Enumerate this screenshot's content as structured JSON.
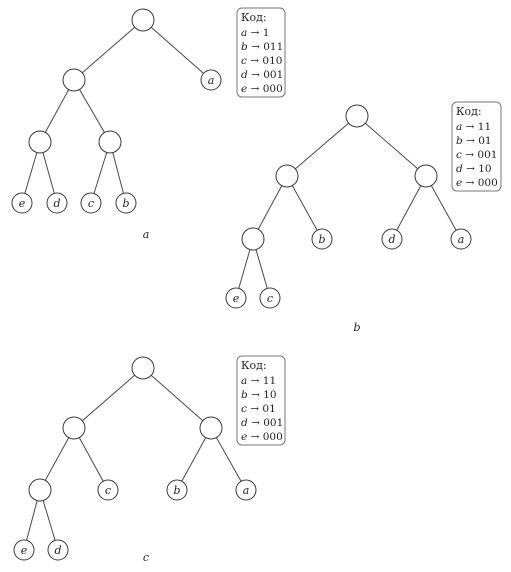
{
  "diagrams": [
    {
      "caption": "a",
      "legend_title": "Код:",
      "codes": [
        {
          "symbol": "a",
          "arrow": "→",
          "code": "1"
        },
        {
          "symbol": "b",
          "arrow": "→",
          "code": "011"
        },
        {
          "symbol": "c",
          "arrow": "→",
          "code": "010"
        },
        {
          "symbol": "d",
          "arrow": "→",
          "code": "001"
        },
        {
          "symbol": "e",
          "arrow": "→",
          "code": "000"
        }
      ],
      "leaves": [
        "e",
        "d",
        "c",
        "b",
        "a"
      ]
    },
    {
      "caption": "b",
      "legend_title": "Код:",
      "codes": [
        {
          "symbol": "a",
          "arrow": "→",
          "code": "11"
        },
        {
          "symbol": "b",
          "arrow": "→",
          "code": "01"
        },
        {
          "symbol": "c",
          "arrow": "→",
          "code": "001"
        },
        {
          "symbol": "d",
          "arrow": "→",
          "code": "10"
        },
        {
          "symbol": "e",
          "arrow": "→",
          "code": "000"
        }
      ],
      "leaves": [
        "b",
        "d",
        "a",
        "e",
        "c"
      ]
    },
    {
      "caption": "c",
      "legend_title": "Код:",
      "codes": [
        {
          "symbol": "a",
          "arrow": "→",
          "code": "11"
        },
        {
          "symbol": "b",
          "arrow": "→",
          "code": "10"
        },
        {
          "symbol": "c",
          "arrow": "→",
          "code": "01"
        },
        {
          "symbol": "d",
          "arrow": "→",
          "code": "001"
        },
        {
          "symbol": "e",
          "arrow": "→",
          "code": "000"
        }
      ],
      "leaves": [
        "c",
        "b",
        "a",
        "e",
        "d"
      ]
    }
  ]
}
